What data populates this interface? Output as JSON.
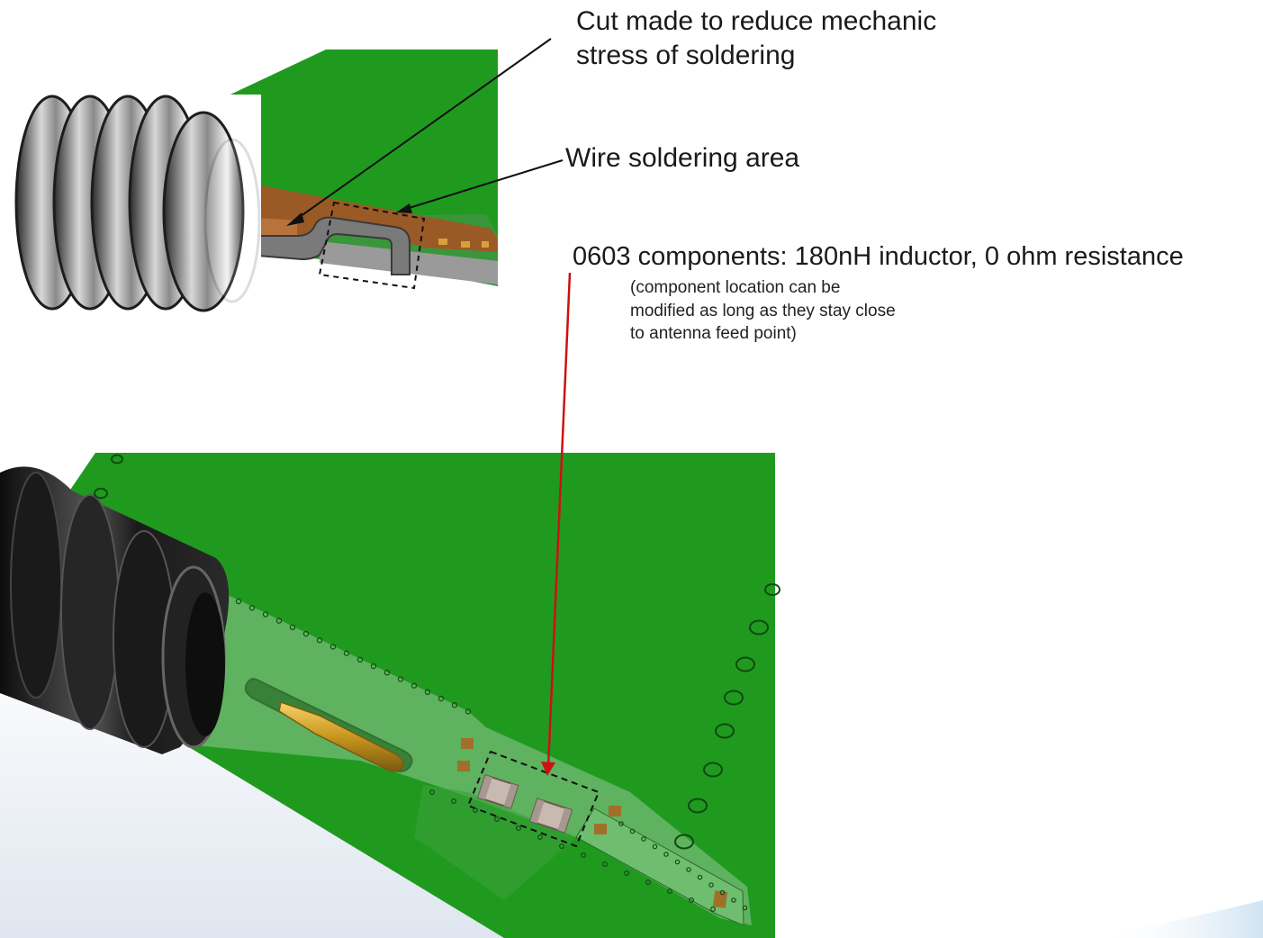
{
  "callouts": {
    "cut": {
      "line1": "Cut made to reduce mechanic",
      "line2": "stress of soldering"
    },
    "wire": {
      "text": "Wire soldering area"
    },
    "components": {
      "part1": "0603 components:",
      "part2": " 180nH inductor, 0 ohm resistance",
      "note_line1": "(component location can be",
      "note_line2": "modified as long as they stay close",
      "note_line3": "to antenna feed point)"
    }
  },
  "colors": {
    "pcb_green": "#1f9a1f",
    "pcb_green_light": "#5fb25f",
    "copper": "#9a5a26",
    "leader_black": "#111111",
    "leader_red": "#cc1111"
  }
}
